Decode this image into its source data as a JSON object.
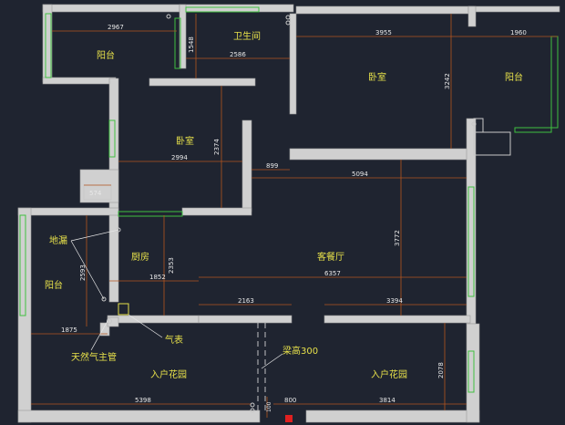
{
  "rooms": {
    "balcony_top_left": "阳台",
    "bathroom": "卫生间",
    "bedroom_right": "卧室",
    "balcony_right": "阳台",
    "bedroom_mid": "卧室",
    "kitchen": "厨房",
    "balcony_left": "阳台",
    "living_dining": "客餐厅",
    "entry_garden_left": "入户花园",
    "entry_garden_right": "入户花园"
  },
  "labels": {
    "floor_drain": "地漏",
    "gas_meter": "气表",
    "gas_pipe": "天然气主管",
    "beam_height": "梁高300"
  },
  "dimensions": {
    "d2967": "2967",
    "d1548": "1548",
    "d2586": "2586",
    "d3955": "3955",
    "d1960": "1960",
    "d3242": "3242",
    "d2374": "2374",
    "d2994": "2994",
    "d899": "899",
    "d5094": "5094",
    "d574": "574",
    "d2593": "2593",
    "d2353": "2353",
    "d1852": "1852",
    "d3772": "3772",
    "d6357": "6357",
    "d2163": "2163",
    "d3394": "3394",
    "d1875": "1875",
    "d2078": "2078",
    "d5398": "5398",
    "d800": "800",
    "d3814": "3814",
    "d100": "100"
  },
  "colors": {
    "background": "#1f2430",
    "wall": "#d0d0d0",
    "window": "#3fbf3f",
    "dimension_line": "#b5551f",
    "room_text": "#e6e04a",
    "door_marker": "#e02020"
  }
}
